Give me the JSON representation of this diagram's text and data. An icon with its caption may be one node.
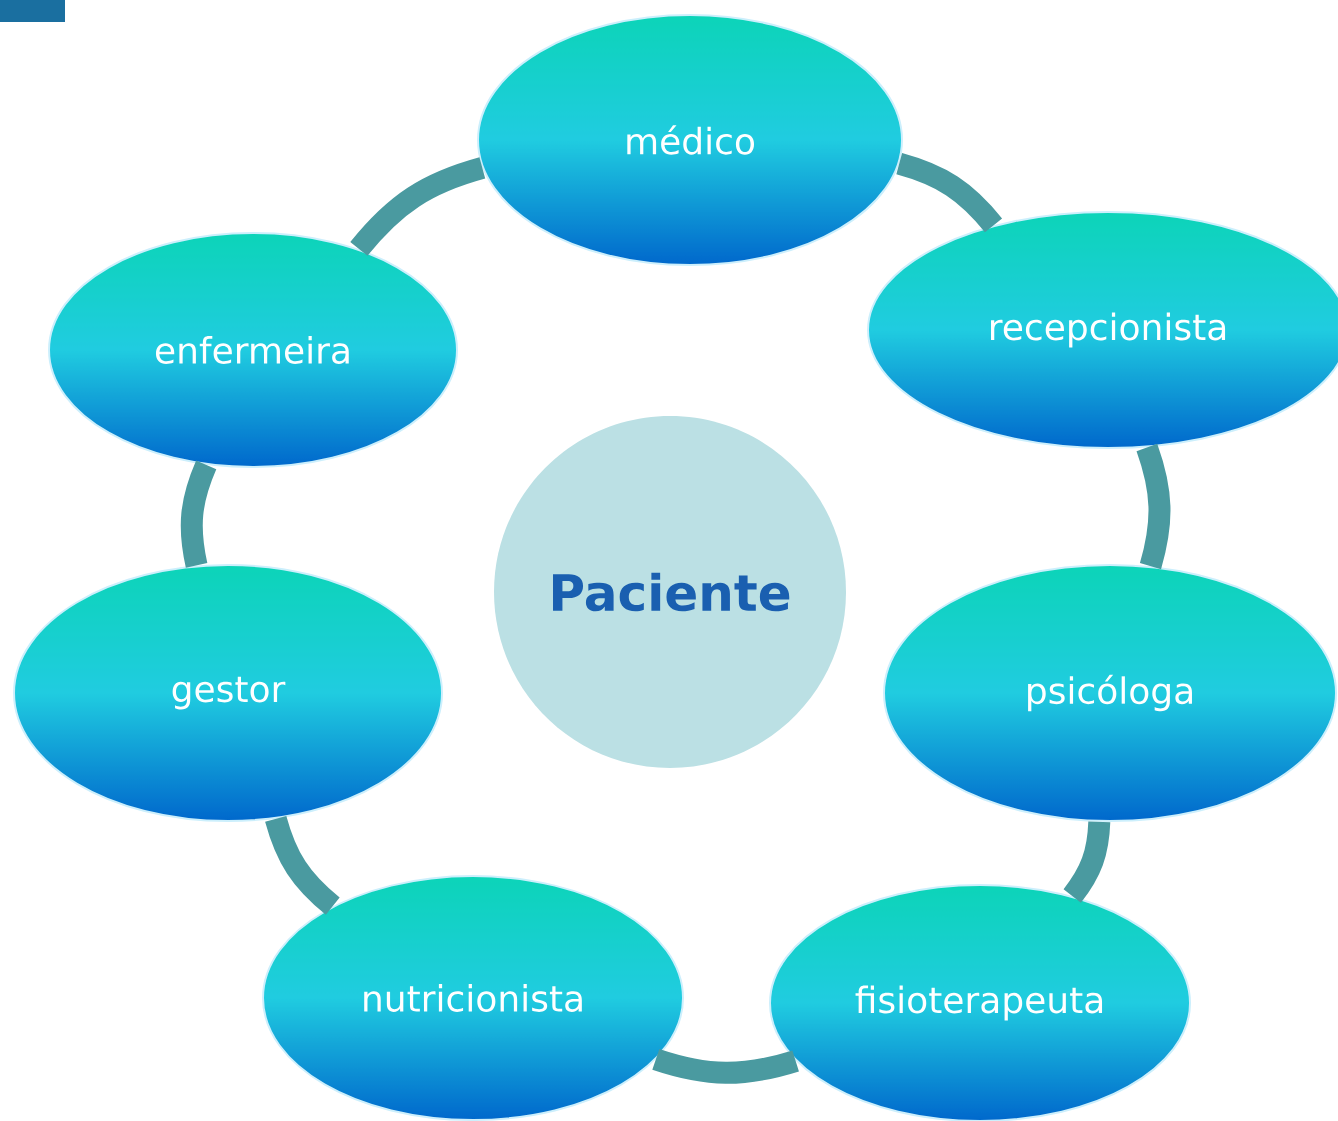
{
  "diagram": {
    "nodes": [
      {
        "text": [
          "médico"
        ]
      },
      {
        "text": [
          "recepcionista"
        ]
      },
      {
        "text": [
          "psicóloga"
        ]
      },
      {
        "text": [
          "fisioterapeuta"
        ]
      },
      {
        "text": [
          "nutricionista"
        ]
      },
      {
        "text": [
          "gestor"
        ]
      },
      {
        "text": [
          "enfermeira"
        ]
      },
      {
        "text": [
          "Paciente"
        ]
      }
    ],
    "edges": [
      {
        "from": 0,
        "to": 1,
        "arrow": "none"
      },
      {
        "from": 1,
        "to": 2,
        "arrow": "none"
      },
      {
        "from": 2,
        "to": 3,
        "arrow": "none"
      },
      {
        "from": 3,
        "to": 4,
        "arrow": "none"
      },
      {
        "from": 4,
        "to": 5,
        "arrow": "none"
      },
      {
        "from": 5,
        "to": 6,
        "arrow": "none"
      },
      {
        "from": 6,
        "to": 0,
        "arrow": "none"
      }
    ]
  }
}
